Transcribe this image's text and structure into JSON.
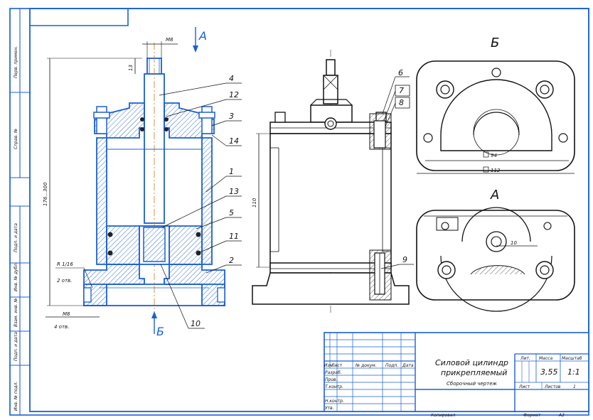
{
  "stamp": {
    "title_line1": "Силовой цилиндр",
    "title_line2": "прикрепляемый",
    "doc_type": "Сборочный чертеж",
    "col_lit": "Лит.",
    "col_mass": "Масса",
    "col_scale": "Масштаб",
    "mass_value": "3,55",
    "scale_value": "1:1",
    "sheet_label": "Лист",
    "sheets_label": "Листов",
    "sheets_value": "1",
    "row_labels": [
      "Изм.",
      "Лист",
      "№ докум.",
      "Подп.",
      "Дата"
    ],
    "role_labels": [
      "Разраб.",
      "Пров.",
      "Т.контр.",
      "",
      "Н.контр.",
      "Утв."
    ],
    "copied": "Копировал",
    "format_label": "Формат",
    "format_value": "A3"
  },
  "side_labels": [
    "Перв. примен.",
    "Справ. №",
    "Подп. и дата",
    "Инв. № дубл.",
    "Взам. инв. №",
    "Подп. и дата",
    "Инв. № подл."
  ],
  "views": {
    "view_a": "A",
    "view_b": "Б",
    "section_arrow_a": "A",
    "section_arrow_b": "Б"
  },
  "dimensions": {
    "thread_top": "M8",
    "d13": "13",
    "d176_300": "176...300",
    "d110": "110",
    "r_thread": "R 1/16",
    "r_count": "2 отв.",
    "m8_bottom": "M8",
    "m8_count": "4 отв.",
    "sq94": "94",
    "sq112": "112",
    "d10": "10"
  },
  "callouts": [
    "4",
    "12",
    "3",
    "14",
    "1",
    "13",
    "5",
    "11",
    "2",
    "10",
    "6",
    "7",
    "8",
    "9"
  ],
  "colors": {
    "line_blue": "#1a5fd6",
    "line_dark": "#111111"
  }
}
